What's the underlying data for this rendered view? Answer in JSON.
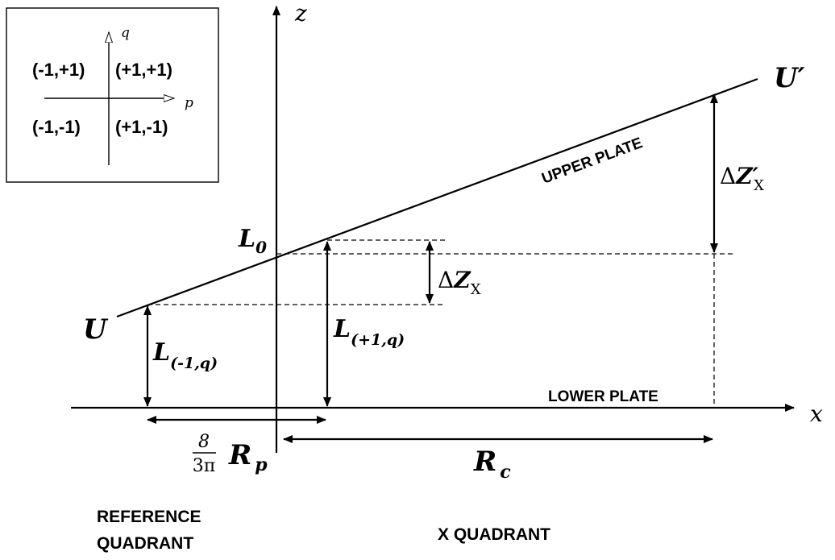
{
  "axes": {
    "x": "x",
    "z": "z"
  },
  "legend": {
    "q_axis": "q",
    "p_axis": "p",
    "top_left": "(-1,+1)",
    "top_right": "(+1,+1)",
    "bottom_left": "(-1,-1)",
    "bottom_right": "(+1,-1)"
  },
  "plates": {
    "upper": "UPPER  PLATE",
    "lower": "LOWER  PLATE"
  },
  "endpoints": {
    "left": "U",
    "right": "U′"
  },
  "labels": {
    "L0_main": "L",
    "L0_sub": "0",
    "Lminus_main": "L",
    "Lminus_sub": "(-1,q)",
    "Lplus_main": "L",
    "Lplus_sub": "(+1,q)",
    "dZx_delta": "Δ",
    "dZx_main": "Z",
    "dZx_sub": "X",
    "dZxp_delta": "Δ",
    "dZxp_main": "Z′",
    "dZxp_sub": "X",
    "rp_num": "8",
    "rp_den": "3π",
    "rp_main": "R",
    "rp_sub": "p",
    "rc_main": "R",
    "rc_sub": "c"
  },
  "quadrants": {
    "reference_line1": "REFERENCE",
    "reference_line2": "QUADRANT",
    "x_quadrant": "X  QUADRANT"
  }
}
